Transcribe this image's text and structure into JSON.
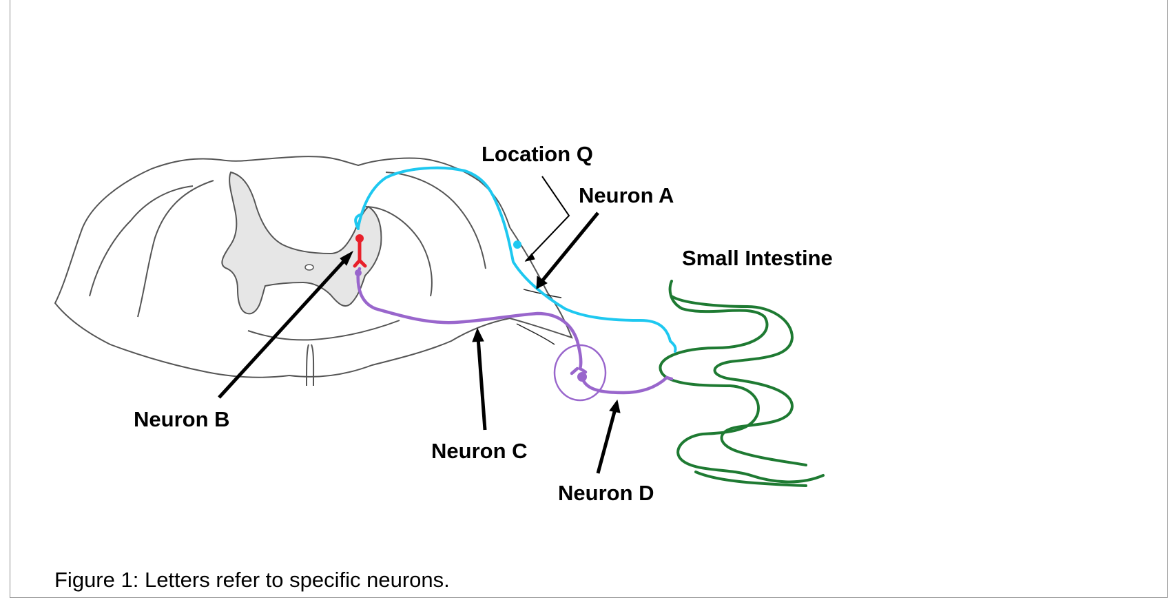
{
  "figure": {
    "labels": {
      "location_q": "Location Q",
      "neuron_a": "Neuron A",
      "neuron_b": "Neuron B",
      "neuron_c": "Neuron C",
      "neuron_d": "Neuron D",
      "small_intestine": "Small Intestine"
    },
    "caption": "Figure 1: Letters refer to specific neurons.",
    "colors": {
      "neuron_a": "#1ec8f0",
      "neuron_b": "#e8202a",
      "neuron_c": "#9966cc",
      "neuron_d": "#9966cc",
      "intestine": "#1e7a32",
      "outline": "#555555"
    }
  }
}
